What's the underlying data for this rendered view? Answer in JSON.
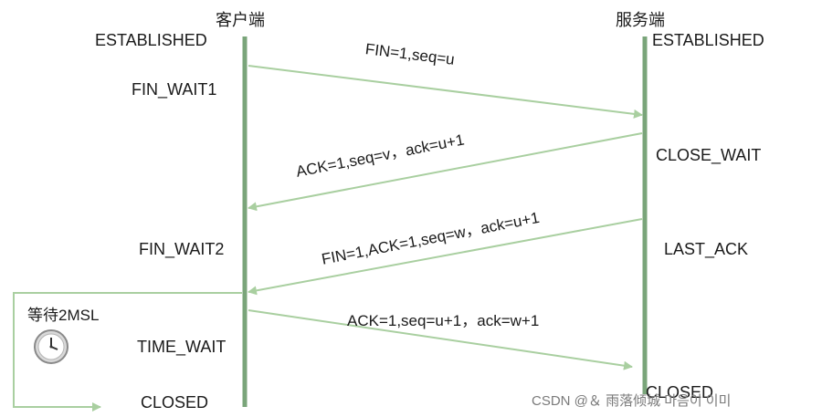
{
  "client": {
    "title": "客户端",
    "states": [
      "ESTABLISHED",
      "FIN_WAIT1",
      "FIN_WAIT2",
      "TIME_WAIT",
      "CLOSED"
    ]
  },
  "server": {
    "title": "服务端",
    "states": [
      "ESTABLISHED",
      "CLOSE_WAIT",
      "LAST_ACK",
      "CLOSED"
    ]
  },
  "messages": [
    "FIN=1,seq=u",
    "ACK=1,seq=v，ack=u+1",
    "FIN=1,ACK=1,seq=w，ack=u+1",
    "ACK=1,seq=u+1，ack=w+1"
  ],
  "wait_label": "等待2MSL",
  "watermark": "CSDN @＆ 雨落倾城 마음이 이미",
  "colors": {
    "lifeline": "#7aa57a",
    "arrow": "#a9cfa0",
    "text": "#1a1a1a"
  }
}
